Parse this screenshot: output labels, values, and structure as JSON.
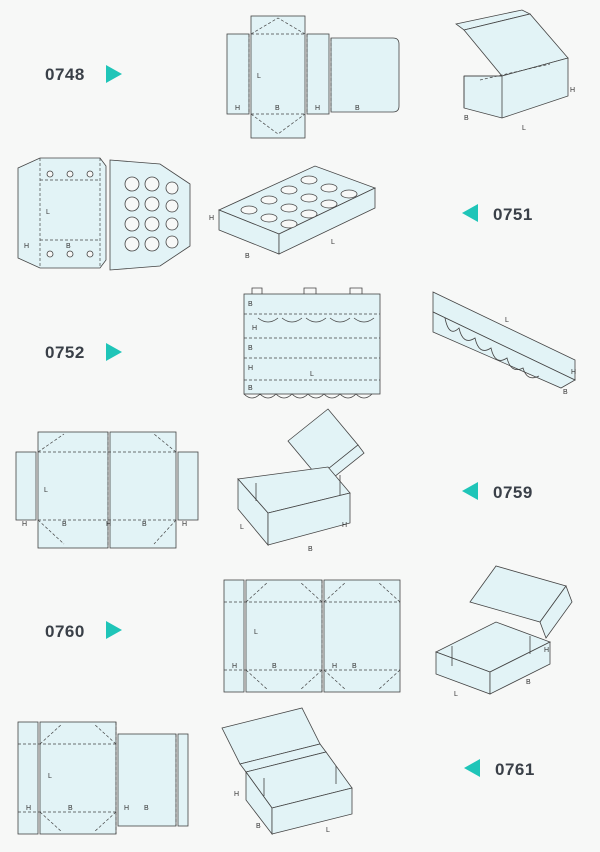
{
  "colors": {
    "accent": "#1fc5b8",
    "panel": "#e2f3f6",
    "line": "#444444",
    "text": "#3a4048"
  },
  "rows": [
    {
      "code": "0748",
      "arrow": "right"
    },
    {
      "code": "0751",
      "arrow": "left"
    },
    {
      "code": "0752",
      "arrow": "right"
    },
    {
      "code": "0759",
      "arrow": "left"
    },
    {
      "code": "0760",
      "arrow": "right"
    },
    {
      "code": "0761",
      "arrow": "left"
    }
  ],
  "dimension_labels": {
    "length": "L",
    "width": "B",
    "height": "H"
  }
}
